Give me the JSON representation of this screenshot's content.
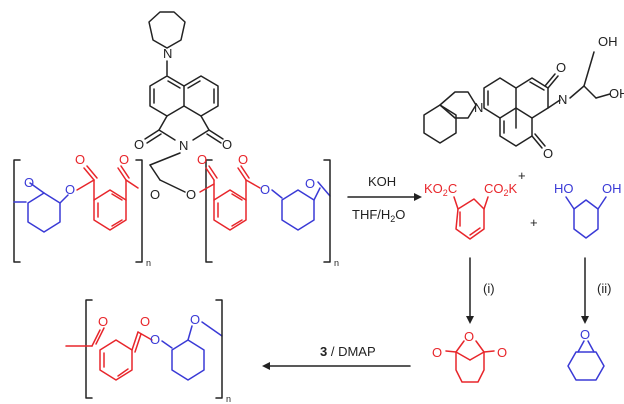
{
  "colors": {
    "black": "#222222",
    "red": "#e8262b",
    "blue": "#3a3ad6",
    "background": "#ffffff"
  },
  "atoms": {
    "nitrogen": "N",
    "oxygen": "O",
    "hydroxyl": "OH",
    "hydroxyl_left": "HO"
  },
  "labels": {
    "repeat_subscript": "n",
    "plus": "+"
  },
  "reagents": {
    "hydrolysis_base": "KOH",
    "hydrolysis_solvent": "THF/H",
    "hydrolysis_solvent_sub": "2",
    "hydrolysis_solvent_end": "O",
    "step_i": "(i)",
    "step_ii": "(ii)",
    "polymerization_catalyst_bold": "3",
    "polymerization_catalyst_rest": " / DMAP"
  },
  "products": {
    "dipotassium_phthalate": {
      "left_group": "KO",
      "left_sub": "2",
      "left_end": "C",
      "right_group": "CO",
      "right_sub": "2",
      "right_end": "K"
    }
  }
}
